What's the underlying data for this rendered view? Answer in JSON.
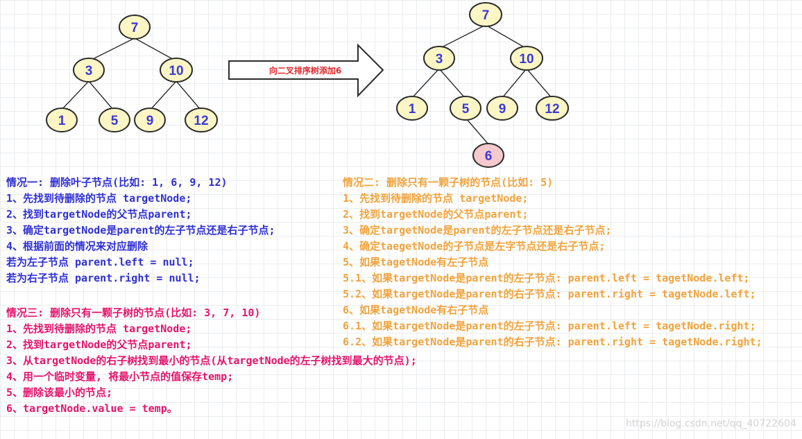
{
  "diagram": {
    "left_tree": {
      "nodes": [
        {
          "id": "n7",
          "label": "7"
        },
        {
          "id": "n3",
          "label": "3"
        },
        {
          "id": "n10",
          "label": "10"
        },
        {
          "id": "n1",
          "label": "1"
        },
        {
          "id": "n5",
          "label": "5"
        },
        {
          "id": "n9",
          "label": "9"
        },
        {
          "id": "n12",
          "label": "12"
        }
      ]
    },
    "arrow_label": "向二叉排序树添加6",
    "right_tree": {
      "nodes": [
        {
          "id": "n7",
          "label": "7"
        },
        {
          "id": "n3",
          "label": "3"
        },
        {
          "id": "n10",
          "label": "10"
        },
        {
          "id": "n1",
          "label": "1"
        },
        {
          "id": "n5",
          "label": "5"
        },
        {
          "id": "n9",
          "label": "9"
        },
        {
          "id": "n12",
          "label": "12"
        },
        {
          "id": "n6",
          "label": "6",
          "highlight": "#f6c9cd"
        }
      ]
    },
    "node_fill": "#fbf6c4"
  },
  "case1": {
    "color": "#2f2fd3",
    "lines": [
      "情况一: 删除叶子节点(比如: 1, 6, 9, 12)",
      "1、先找到待删除的节点 targetNode;",
      "2、找到targetNode的父节点parent;",
      "3、确定targetNode是parent的左子节点还是右子节点;",
      "4、根据前面的情况来对应删除",
      "若为左子节点 parent.left = null;",
      "若为右子节点 parent.right = null;"
    ]
  },
  "case2": {
    "color": "#f2a33b",
    "lines": [
      "情况二: 删除只有一颗子树的节点(比如: 5)",
      "1、先找到待删除的节点 targetNode;",
      "2、找到targetNode的父节点parent;",
      "3、确定targetNode是parent的左子节点还是右子节点;",
      "4、确定taegetNode的子节点是左字节点还是右子节点;",
      "5、如果tagetNode有左子节点",
      "5.1、如果targetNode是parent的左子节点: parent.left = tagetNode.left;",
      "5.2、如果targetNode是parent的右子节点: parent.right = tagetNode.left;",
      "6、如果tagetNode有右子节点",
      "6.1、如果targetNode是parent的左子节点: parent.left = tagetNode.right;",
      "6.2、如果targetNode是parent的右子节点: parent.right = tagetNode.right;"
    ]
  },
  "case3": {
    "color": "#e5136c",
    "lines": [
      "情况三: 删除只有一颗子树的节点(比如: 3, 7, 10)",
      "1、先找到待删除的节点 targetNode;",
      "2、找到targetNode的父节点parent;",
      "3、从targetNode的右子树找到最小的节点(从targetNode的左子树找到最大的节点);",
      "4、用一个临时变量, 将最小节点的值保存temp;",
      "5、删除该最小的节点;",
      "6、targetNode.value = temp。"
    ]
  },
  "watermark": "https://blog.csdn.net/qq_40722604"
}
